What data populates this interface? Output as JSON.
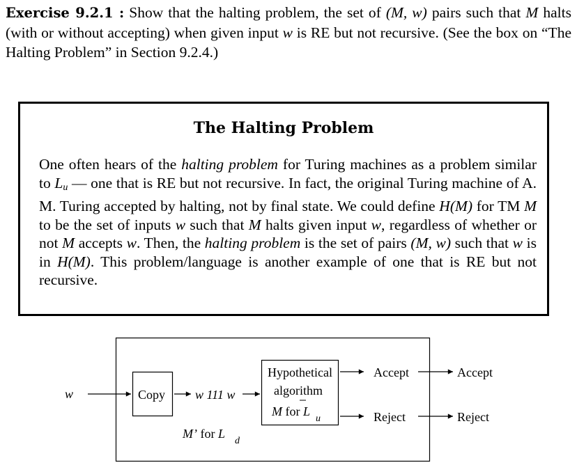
{
  "exercise": {
    "label": "Exercise 9.2.1 :",
    "text_1": " Show that the halting problem, the set of ",
    "pair": "(M, w)",
    "text_2": " pairs such that ",
    "m1": "M",
    "text_3": " halts (with or without accepting) when given input ",
    "w1": "w",
    "text_4": " is RE but not recursive. (See the box on “The Halting Problem” in Section 9.2.4.)"
  },
  "box": {
    "title": "The Halting Problem",
    "p1": "One often hears of the ",
    "em1": "halting problem",
    "p2": " for Turing machines as a problem similar to ",
    "lu_L": "L",
    "lu_sub": "u",
    "p3": " — one that is RE but not recursive. In fact, the original Turing machine of A. M. Turing accepted by halting, not by final state. We could define ",
    "hm1": "H(M)",
    "p4": " for TM ",
    "m2": "M",
    "p5": " to be the set of inputs ",
    "w2": "w",
    "p6": " such that ",
    "m3": "M",
    "p7": " halts given input ",
    "w3": "w",
    "p8": ", regardless of whether or not ",
    "m4": "M",
    "p9": " accepts ",
    "w4": "w",
    "p10": ". Then, the ",
    "em2": "halting problem",
    "p11": " is the set of pairs ",
    "pair2": "(M, w)",
    "p12": " such that ",
    "w5": "w",
    "p13": " is in ",
    "hm2": "H(M)",
    "p14": ". This problem/language is another example of one that is RE but not recursive."
  },
  "diagram": {
    "input": "w",
    "copy": "Copy",
    "w111w": "w 111 w",
    "hyp_line1": "Hypothetical",
    "hyp_line2": "algorithm",
    "hyp_M": "M",
    "hyp_for": " for ",
    "hyp_L": "L",
    "hyp_sub": "u",
    "accept_inner": "Accept",
    "reject_inner": "Reject",
    "accept_outer": "Accept",
    "reject_outer": "Reject",
    "mprime": "M’",
    "mprime_for": "for",
    "ld_L": "L",
    "ld_sub": "d"
  }
}
